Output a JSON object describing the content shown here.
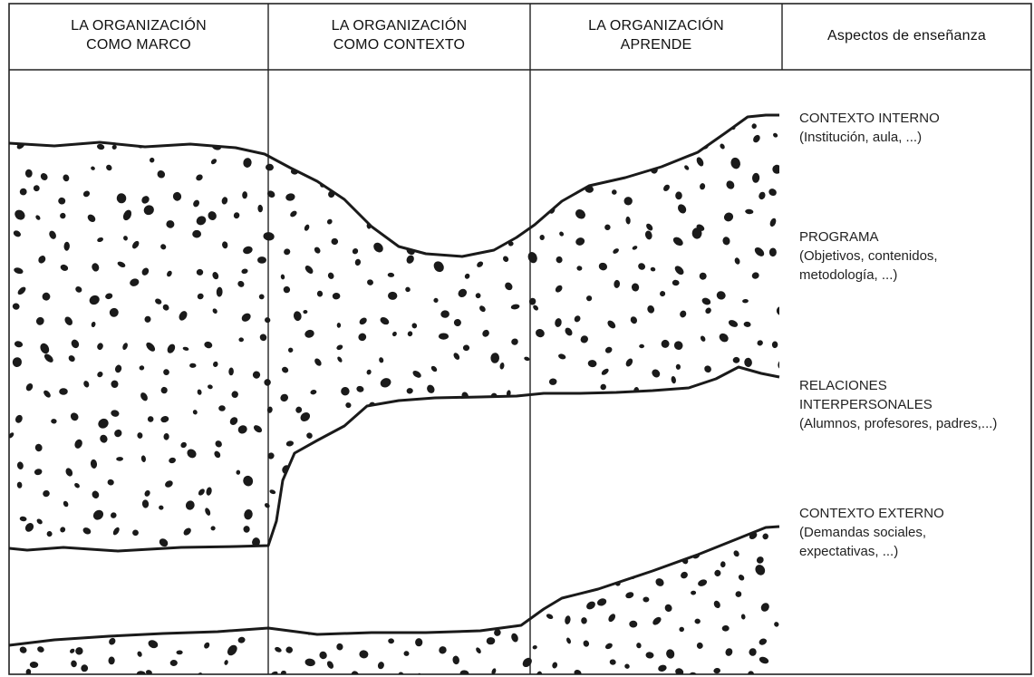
{
  "columns": [
    {
      "line1": "LA ORGANIZACIÓN",
      "line2": "COMO MARCO"
    },
    {
      "line1": "LA ORGANIZACIÓN",
      "line2": "COMO CONTEXTO"
    },
    {
      "line1": "LA ORGANIZACIÓN",
      "line2": "APRENDE"
    },
    {
      "line1": "Aspectos de enseñanza",
      "line2": ""
    }
  ],
  "aspects": [
    {
      "title": "CONTEXTO INTERNO",
      "detail_lines": [
        "(Institución, aula, ...)"
      ]
    },
    {
      "title": "PROGRAMA",
      "detail_lines": [
        "(Objetivos, contenidos,",
        "metodología, ...)"
      ]
    },
    {
      "title": "RELACIONES",
      "detail_lines": [
        "INTERPERSONALES",
        "(Alumnos, profesores, padres,...)"
      ]
    },
    {
      "title": "CONTEXTO EXTERNO",
      "detail_lines": [
        "(Demandas sociales,",
        "expectativas, ...)"
      ]
    }
  ],
  "colors": {
    "ink": "#1a1a1a",
    "paper": "#ffffff"
  }
}
